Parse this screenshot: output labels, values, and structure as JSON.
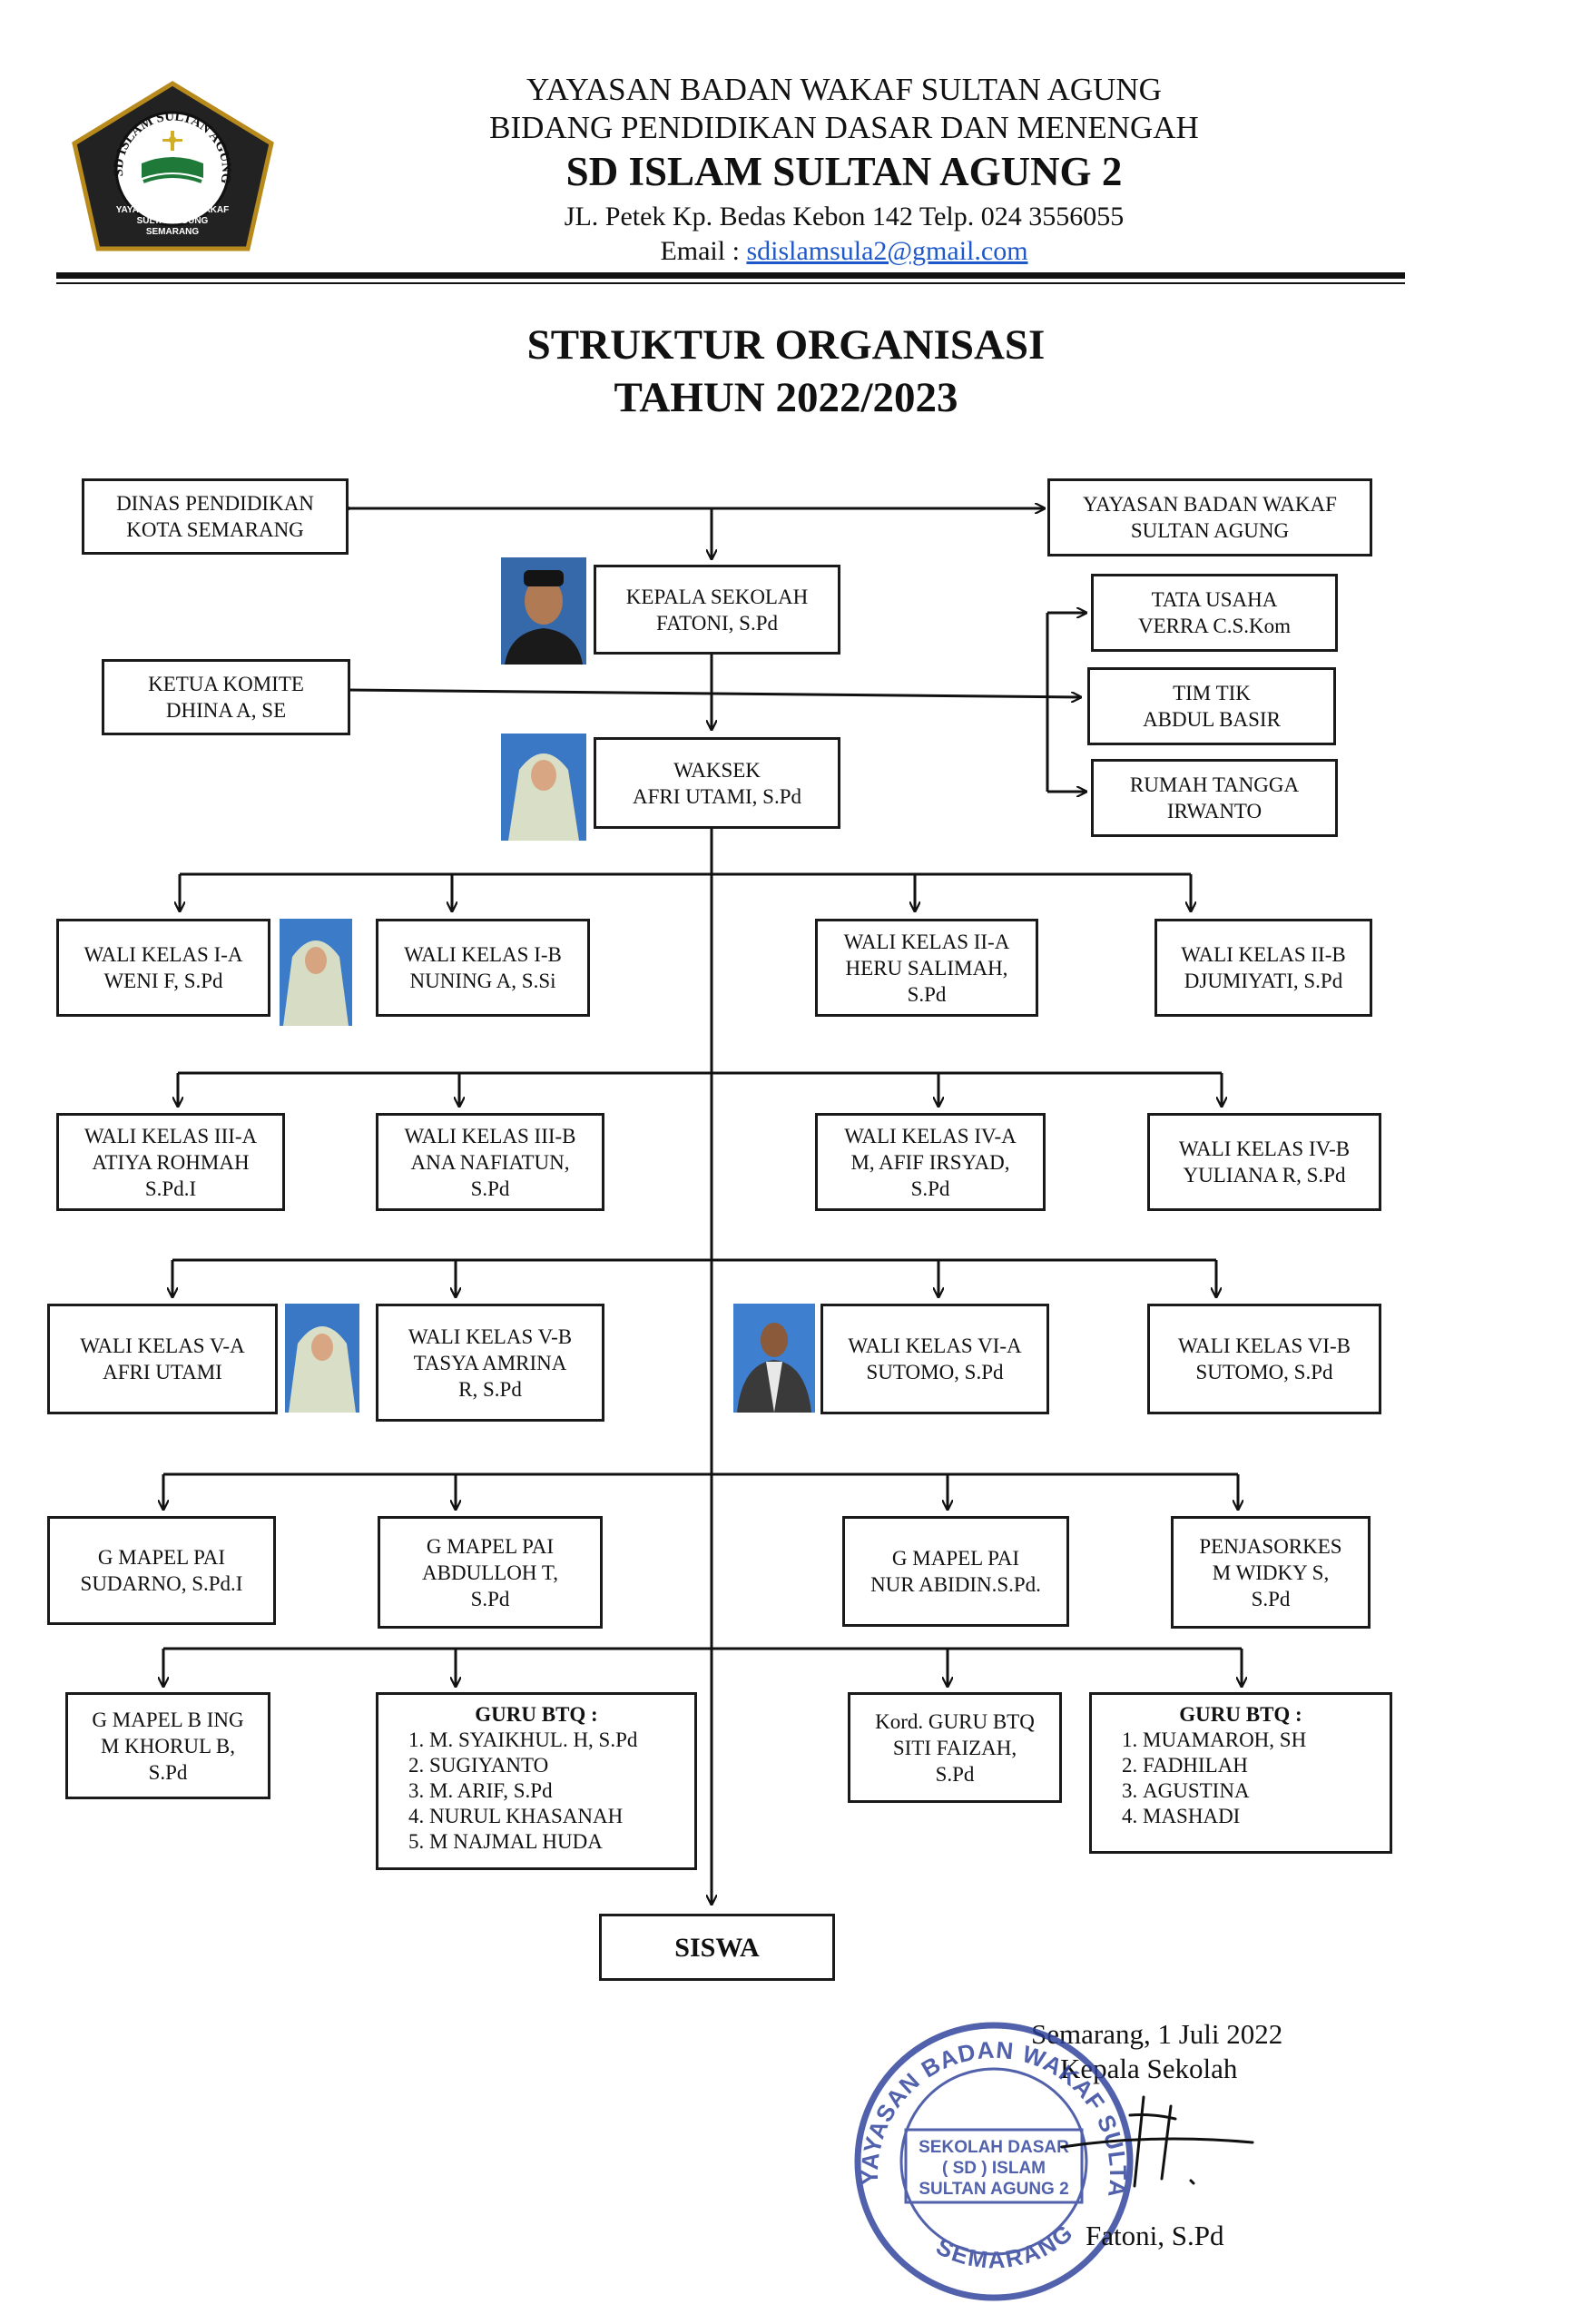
{
  "header": {
    "line1": "YAYASAN BADAN WAKAF SULTAN AGUNG",
    "line2": "BIDANG PENDIDIKAN DASAR DAN MENENGAH",
    "school": "SD ISLAM SULTAN AGUNG 2",
    "address": "JL. Petek Kp. Bedas Kebon 142 Telp. 024 3556055",
    "email_label": "Email : ",
    "email": "sdislamsula2@gmail.com",
    "logo": {
      "arc_text": "SD ISLAM SULTAN AGUNG 2",
      "inner_text1": "YAYASAN BADAN WAKAF",
      "inner_text2": "SULTAN AGUNG",
      "inner_text3": "SEMARANG"
    }
  },
  "title": {
    "line1": "STRUKTUR ORGANISASI",
    "line2": "TAHUN 2022/2023"
  },
  "boxes": {
    "dinas": [
      "DINAS PENDIDIKAN",
      "KOTA SEMARANG"
    ],
    "yayasan": [
      "YAYASAN BADAN WAKAF",
      "SULTAN AGUNG"
    ],
    "kepala": [
      "KEPALA SEKOLAH",
      "FATONI, S.Pd"
    ],
    "tata_usaha": [
      "TATA USAHA",
      "VERRA C.S.Kom"
    ],
    "komite": [
      "KETUA KOMITE",
      "DHINA A, SE"
    ],
    "tim_tik": [
      "TIM TIK",
      "ABDUL BASIR"
    ],
    "waksek": [
      "WAKSEK",
      "AFRI UTAMI, S.Pd"
    ],
    "rumah_tangga": [
      "RUMAH TANGGA",
      "IRWANTO"
    ],
    "wk_1a": [
      "WALI KELAS I-A",
      "WENI F, S.Pd"
    ],
    "wk_1b": [
      "WALI KELAS I-B",
      "NUNING A, S.Si"
    ],
    "wk_2a": [
      "WALI KELAS II-A",
      "HERU SALIMAH,",
      "S.Pd"
    ],
    "wk_2b": [
      "WALI KELAS II-B",
      "DJUMIYATI, S.Pd"
    ],
    "wk_3a": [
      "WALI KELAS III-A",
      "ATIYA ROHMAH",
      "S.Pd.I"
    ],
    "wk_3b": [
      "WALI KELAS III-B",
      "ANA NAFIATUN,",
      "S.Pd"
    ],
    "wk_4a": [
      "WALI KELAS IV-A",
      "M, AFIF IRSYAD,",
      "S.Pd"
    ],
    "wk_4b": [
      "WALI KELAS IV-B",
      "YULIANA R, S.Pd"
    ],
    "wk_5a": [
      "WALI KELAS V-A",
      "AFRI UTAMI"
    ],
    "wk_5b": [
      "WALI KELAS V-B",
      "TASYA AMRINA",
      "R, S.Pd"
    ],
    "wk_6a": [
      "WALI KELAS VI-A",
      "SUTOMO, S.Pd"
    ],
    "wk_6b": [
      "WALI KELAS VI-B",
      "SUTOMO, S.Pd"
    ],
    "pai_1": [
      "G MAPEL PAI",
      "SUDARNO, S.Pd.I"
    ],
    "pai_2": [
      "G MAPEL PAI",
      "ABDULLOH T,",
      "S.Pd"
    ],
    "pai_3": [
      "G MAPEL PAI",
      "NUR ABIDIN.S.Pd."
    ],
    "penjas": [
      "PENJASORKES",
      "M WIDKY S,",
      "S.Pd"
    ],
    "bing": [
      "G MAPEL B ING",
      "M KHORUL B,",
      "S.Pd"
    ],
    "kord_btq": [
      "Kord. GURU BTQ",
      "SITI FAIZAH,",
      "S.Pd"
    ],
    "siswa": "SISWA"
  },
  "btq1": {
    "title": "GURU BTQ :",
    "items": [
      "M. SYAIKHUL. H, S.Pd",
      "SUGIYANTO",
      "M. ARIF, S.Pd",
      "NURUL KHASANAH",
      "M NAJMAL HUDA"
    ]
  },
  "btq2": {
    "title": "GURU BTQ :",
    "items": [
      "MUAMAROH, SH",
      "FADHILAH",
      "AGUSTINA",
      "MASHADI"
    ]
  },
  "signature": {
    "place_date": "Semarang, 1 Juli 2022",
    "role": "Kepala Sekolah",
    "name": "Fatoni, S.Pd"
  },
  "stamp": {
    "arc_text": "YAYASAN BADAN WAKAF SULTAN AGUNG",
    "bottom_text": "SEMARANG",
    "inner1": "SEKOLAH DASAR",
    "inner2": "( SD ) ISLAM",
    "inner3": "SULTAN AGUNG 2"
  }
}
